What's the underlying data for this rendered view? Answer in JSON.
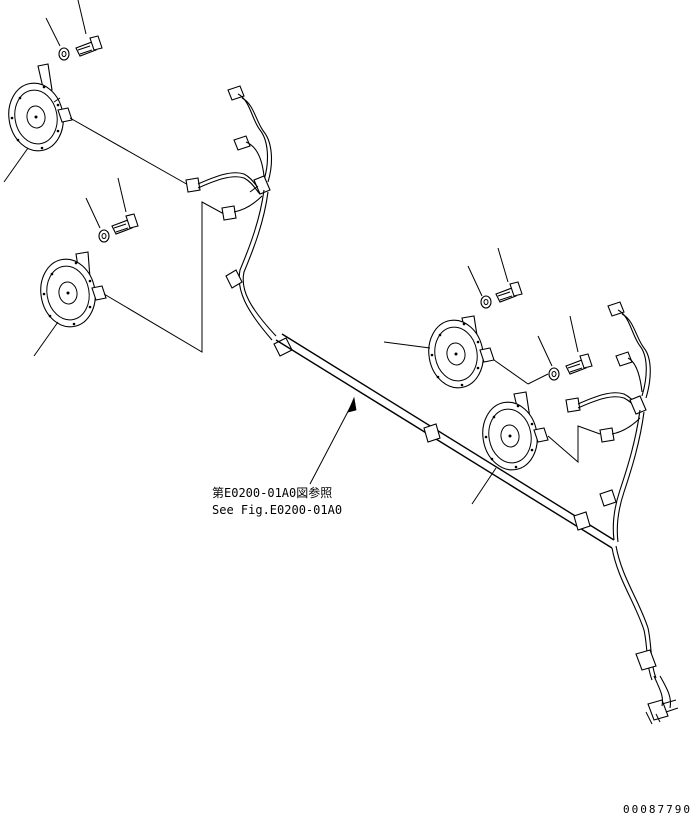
{
  "reference_note": {
    "line1": "第E0200-01A0図参照",
    "line2": "See Fig.E0200-01A0"
  },
  "drawing_number": "00087790",
  "parts": {
    "horns": [
      "horn",
      "horn",
      "horn",
      "horn"
    ],
    "bolts": [
      "bolt",
      "bolt",
      "bolt",
      "bolt"
    ],
    "washers": [
      "washer",
      "washer",
      "washer",
      "washer"
    ],
    "harness": "wiring-harness"
  }
}
